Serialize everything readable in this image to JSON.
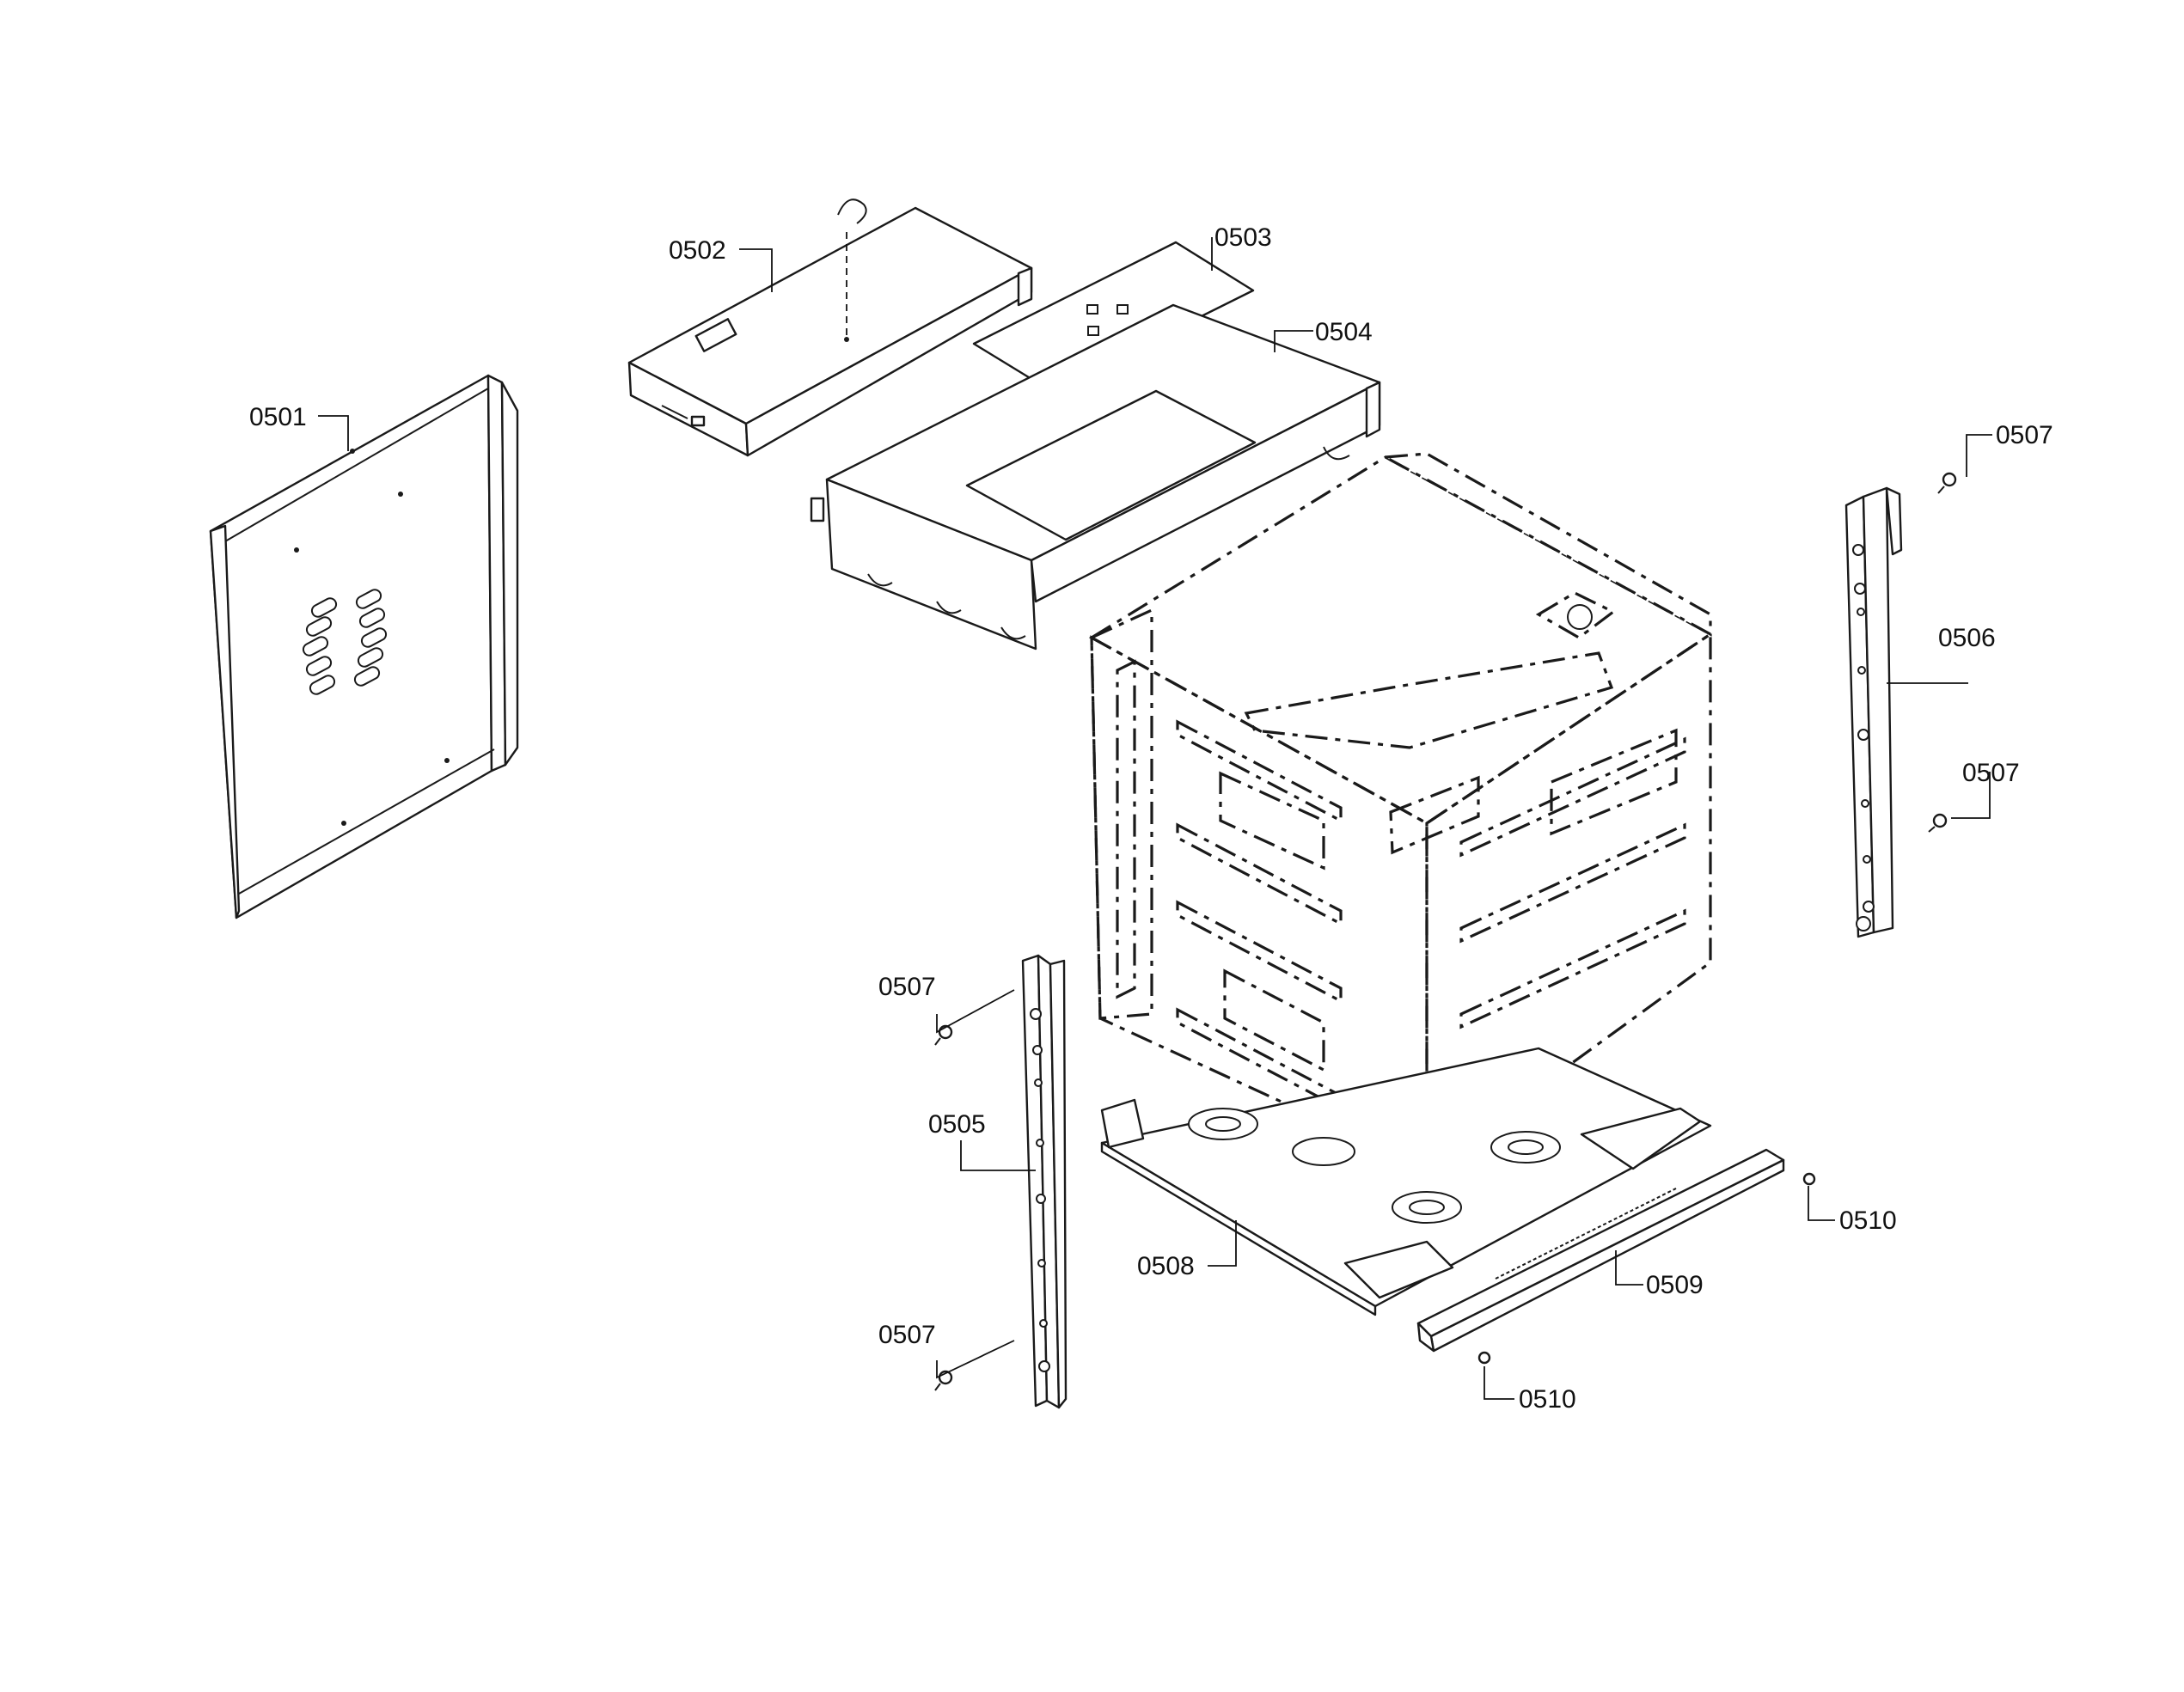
{
  "diagram": {
    "labels": {
      "l0501": "0501",
      "l0502": "0502",
      "l0503": "0503",
      "l0504": "0504",
      "l0505": "0505",
      "l0506": "0506",
      "l0507a": "0507",
      "l0507b": "0507",
      "l0507c": "0507",
      "l0507d": "0507",
      "l0508": "0508",
      "l0509": "0509",
      "l0510a": "0510",
      "l0510b": "0510"
    }
  }
}
